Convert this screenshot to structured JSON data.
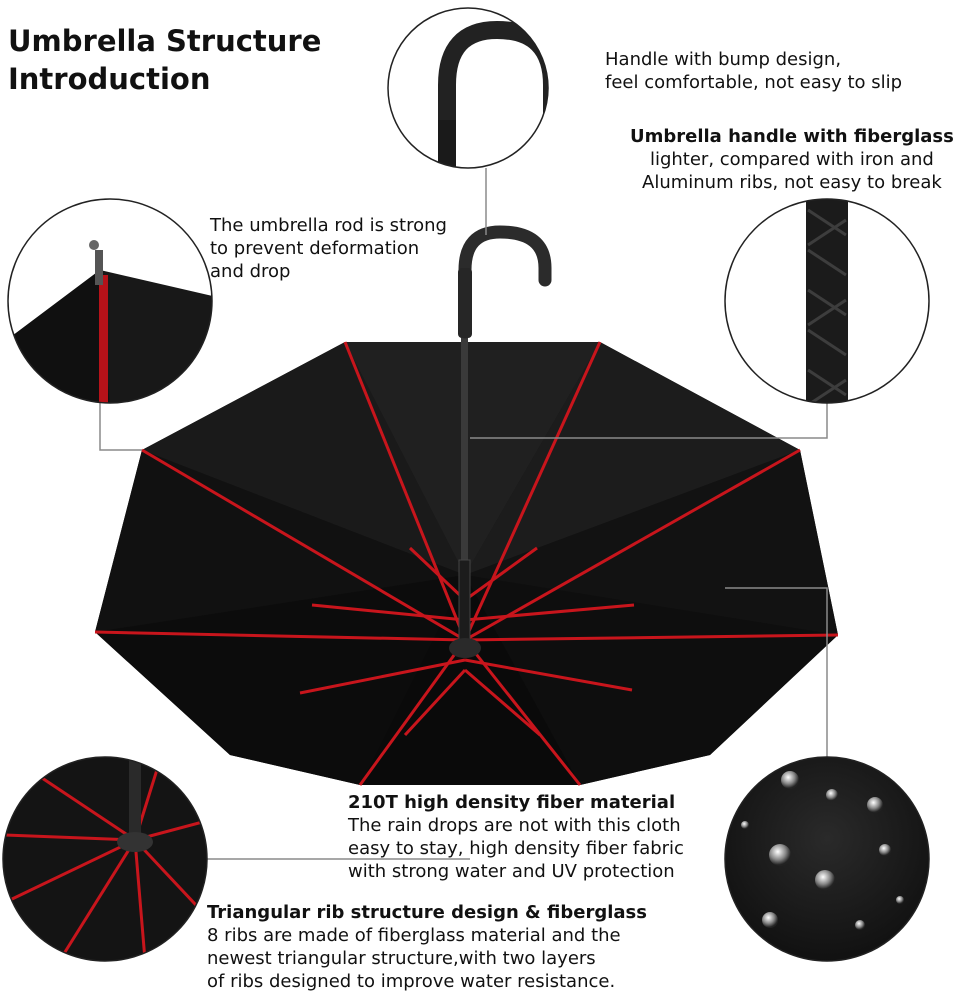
{
  "title": {
    "line1": "Umbrella Structure",
    "line2": "Introduction"
  },
  "notes": {
    "handle": {
      "line1": "Handle with bump design,",
      "line2": "feel comfortable, not easy to slip"
    },
    "fiberglass_handle": {
      "heading": "Umbrella handle with fiberglass",
      "line1": "lighter, compared with iron and",
      "line2": "Aluminum ribs, not easy to break"
    },
    "rod": {
      "line1": "The umbrella rod is strong",
      "line2": "to prevent deformation",
      "line3": "and drop"
    },
    "material": {
      "heading": "210T high density fiber material",
      "line1": "The rain drops are not with this cloth",
      "line2": "easy to stay, high density fiber fabric",
      "line3": "with strong water and UV protection"
    },
    "ribs": {
      "heading": "Triangular rib structure design & fiberglass",
      "line1": "8 ribs are made of fiberglass material and the",
      "line2": "newest triangular structure,with two layers",
      "line3": "of ribs designed to improve water resistance."
    }
  },
  "colors": {
    "canopy": "#141414",
    "rib": "#c8151c",
    "callout_line": "#8a8a8a"
  }
}
